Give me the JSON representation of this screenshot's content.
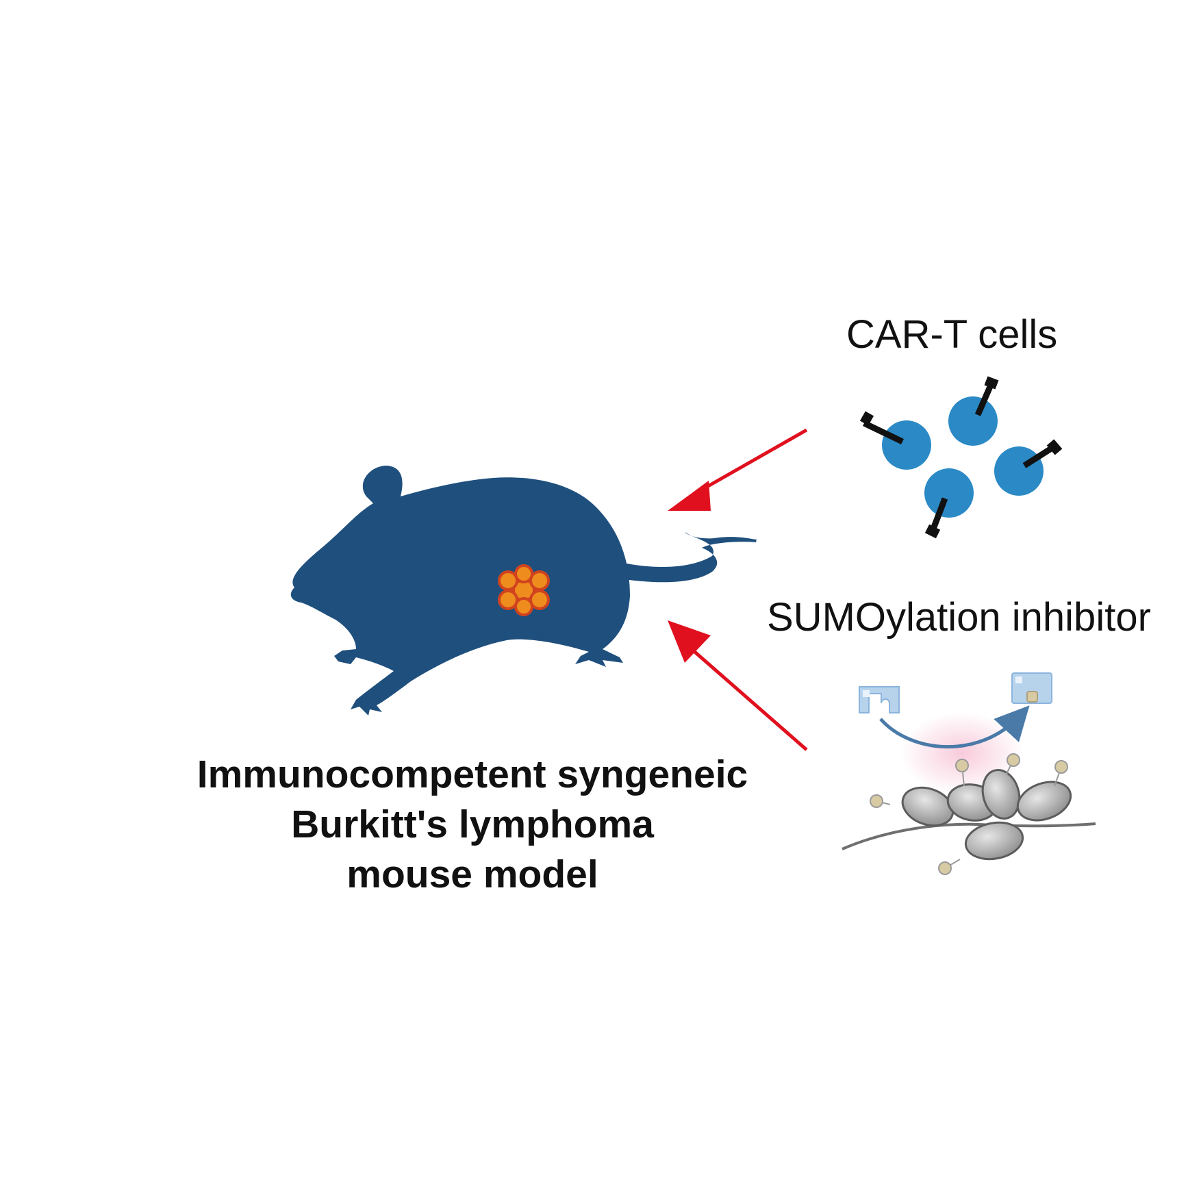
{
  "labels": {
    "car_t": "CAR-T cells",
    "sumo_inhibitor": "SUMOylation inhibitor",
    "model_lines": [
      "Immunocompetent syngeneic",
      "Burkitt's lymphoma",
      "mouse model"
    ]
  },
  "colors": {
    "mouse": "#1f4f7d",
    "tumor_fill": "#ef8c1e",
    "tumor_edge": "#d0431e",
    "car_t_cell": "#2b8ac6",
    "receptor": "#111111",
    "arrow": "#e0101e",
    "sumo_box": "#b7d3ec",
    "chromatin": "#a9a9a9"
  },
  "icons": [
    "mouse-silhouette-icon",
    "tumor-cluster-icon",
    "car-t-cell-icon",
    "sumo-enzyme-icon",
    "nucleosome-icon"
  ]
}
